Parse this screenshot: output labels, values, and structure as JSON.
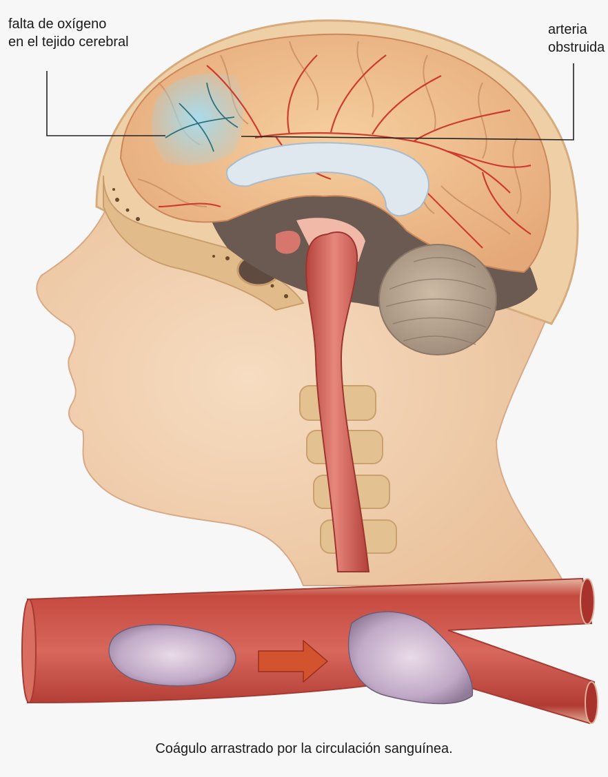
{
  "labels": {
    "oxygen_line1": "falta de oxígeno",
    "oxygen_line2": "en el tejido cerebral",
    "artery_line1": "arteria",
    "artery_line2": "obstruida"
  },
  "caption": "Coágulo arrastrado por la circulación sanguínea.",
  "colors": {
    "background": "#f7f7f7",
    "skin": "#f2cfad",
    "skull": "#ecc79e",
    "brain": "#f0c08e",
    "vessel": "#c94f45",
    "ischemia": "#9ed3e6",
    "cerebellum": "#b8a48e",
    "clot": "#c9b8cf"
  },
  "icons": [
    "arrow-right-icon"
  ]
}
